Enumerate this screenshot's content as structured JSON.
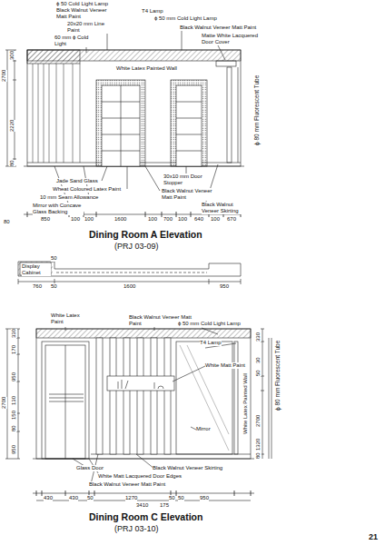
{
  "diagram": {
    "labels": [
      "ϕ 50 Cold Light Lamp",
      "Black Walnut Veneer Matt Paint",
      "T4 Lamp",
      "ϕ 50 mm Cold Light Lamp",
      "20x20 mm Line Paint",
      "60 mm ϕ Cold Light",
      "Black Walnut Veneer Matt Paint",
      "Matte White Lacquered Door Cover",
      "White Latex Painted Wall",
      "ϕ 80 mm Fluorescent Tube",
      "2700",
      "300",
      "2220",
      "80",
      "Jade Sand Glass",
      "Wheat Coloured Latex Paint",
      "30x10 mm Door Stopper",
      "Black Walnut Veneer Matt Paint",
      "10 mm Seam Allowance",
      "Mirror with Concave Glass Backing",
      "Black Walnut Veneer Skirting",
      "80",
      "850",
      "100",
      "100",
      "1600",
      "100",
      "700",
      "100",
      "640",
      "100",
      "670",
      "Dining Room A Elevation",
      "(PRJ 03-09)",
      "Display Cabinet",
      "50",
      "760",
      "1600",
      "950",
      "50",
      "White Latex Paint",
      "Black Walnut Veneer Matt Paint",
      "ϕ 50 mm Cold Light Lamp",
      "T4 Lamp",
      "White Matt Paint",
      "Mirror",
      "White Latex Painted Wall",
      "ϕ 80 mm Fluorescent Tube",
      "2700",
      "330",
      "170",
      "950",
      "130",
      "150",
      "80",
      "950",
      "330",
      "30",
      "50",
      "2700",
      "1320",
      "80",
      "Glass Door",
      "Black Walnut Veneer Skirting",
      "White Matt Lacquered Door Edges",
      "Black Walnut Veneer Matt Paint",
      "430",
      "430",
      "50",
      "1270",
      "50",
      "50",
      "950",
      "3410",
      "175",
      "Dining Room C Elevation",
      "(PRJ 03-10)",
      "21"
    ]
  }
}
